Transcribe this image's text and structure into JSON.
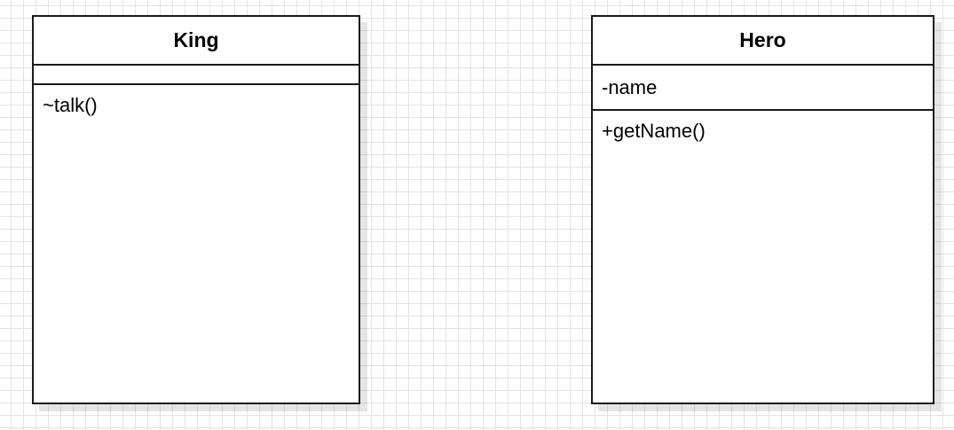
{
  "classes": [
    {
      "name": "King",
      "attributes": [],
      "operations": [
        "~talk()"
      ]
    },
    {
      "name": "Hero",
      "attributes": [
        "-name"
      ],
      "operations": [
        "+getName()"
      ]
    }
  ],
  "colors": {
    "border": "#1a1a1a",
    "grid": "#e3e3e3",
    "background": "#ffffff"
  }
}
